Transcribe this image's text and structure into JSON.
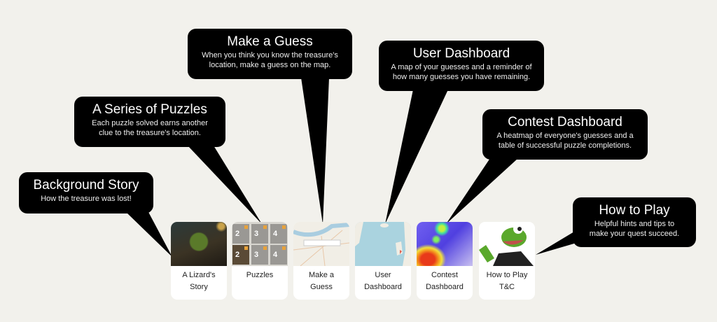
{
  "callouts": [
    {
      "title": "Background Story",
      "desc": "How the treasure was lost!"
    },
    {
      "title": "A Series of Puzzles",
      "desc": "Each puzzle solved earns another clue to the treasure's location."
    },
    {
      "title": "Make a Guess",
      "desc": "When you think you know the treasure's location, make a guess on the map."
    },
    {
      "title": "User Dashboard",
      "desc": "A map of your guesses and a reminder of how many guesses you have remaining."
    },
    {
      "title": "Contest Dashboard",
      "desc": "A heatmap of everyone's guesses and a table of successful puzzle completions."
    },
    {
      "title": "How to Play",
      "desc": "Helpful hints and tips to make your quest succeed."
    }
  ],
  "cards": [
    {
      "line1": "A Lizard's",
      "line2": "Story"
    },
    {
      "line1": "Puzzles",
      "line2": ""
    },
    {
      "line1": "Make a",
      "line2": "Guess"
    },
    {
      "line1": "User",
      "line2": "Dashboard"
    },
    {
      "line1": "Contest",
      "line2": "Dashboard"
    },
    {
      "line1": "How to Play",
      "line2": "T&C"
    }
  ],
  "puzzle_numbers": [
    "2",
    "3",
    "4",
    "2",
    "3",
    "4"
  ]
}
